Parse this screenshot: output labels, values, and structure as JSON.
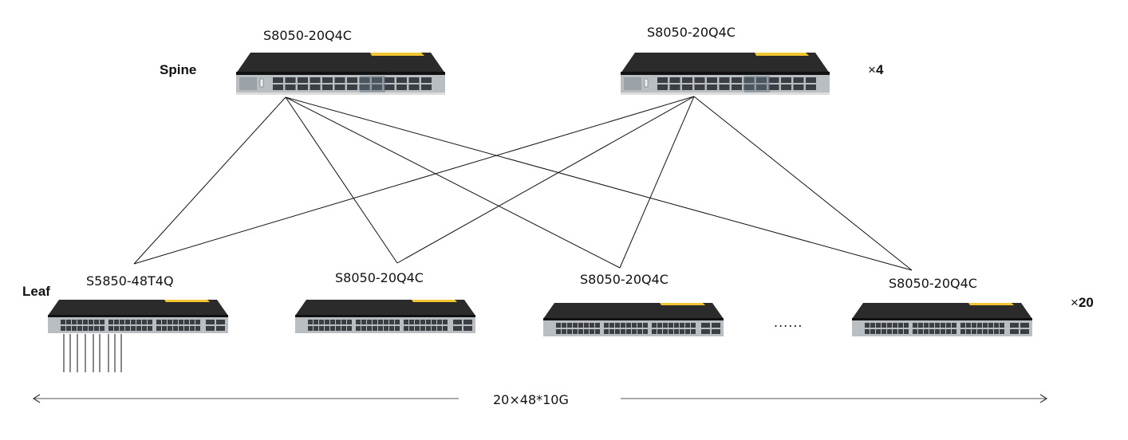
{
  "tiers": {
    "spine_label": "Spine",
    "leaf_label": "Leaf",
    "spine_multiplier": "×",
    "spine_count": "4",
    "leaf_multiplier": "×",
    "leaf_count": "20"
  },
  "spines": [
    {
      "model": "S8050-20Q4C",
      "type": "qsfp-switch"
    },
    {
      "model": "S8050-20Q4C",
      "type": "qsfp-switch"
    }
  ],
  "leaves": [
    {
      "model": "S5850-48T4Q",
      "type": "rj45-switch"
    },
    {
      "model": "S8050-20Q4C",
      "type": "rj45-switch"
    },
    {
      "model": "S8050-20Q4C",
      "type": "rj45-switch"
    },
    {
      "model": "S8050-20Q4C",
      "type": "rj45-switch"
    }
  ],
  "links": [
    {
      "from": "spine-1",
      "to": "leaf-1"
    },
    {
      "from": "spine-1",
      "to": "leaf-2"
    },
    {
      "from": "spine-1",
      "to": "leaf-3"
    },
    {
      "from": "spine-1",
      "to": "leaf-4"
    },
    {
      "from": "spine-2",
      "to": "leaf-1"
    },
    {
      "from": "spine-2",
      "to": "leaf-2"
    },
    {
      "from": "spine-2",
      "to": "leaf-3"
    },
    {
      "from": "spine-2",
      "to": "leaf-4"
    }
  ],
  "ellipsis": "......",
  "server_downlinks": 9,
  "bottom_label": "20×48*10G",
  "colors": {
    "chassis_top": "#2a2a2a",
    "panel": "#b9bec3",
    "accent_yellow": "#f2c531",
    "line": "#111111"
  }
}
